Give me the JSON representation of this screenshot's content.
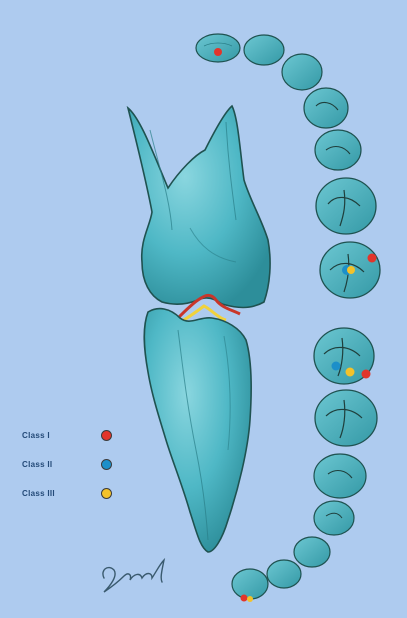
{
  "legend": [
    {
      "label": "Class I",
      "color": "#e2352b"
    },
    {
      "label": "Class II",
      "color": "#1c8fc9"
    },
    {
      "label": "Class III",
      "color": "#f3c22a"
    }
  ],
  "signature": "Gucal",
  "colors": {
    "background": "#aecbef",
    "tooth_fill": "#4fb8c6",
    "tooth_shade": "#2f8f9c",
    "tooth_outline": "#1f5250",
    "occlusal_red": "#c9362a",
    "occlusal_yellow": "#f1d23c"
  }
}
